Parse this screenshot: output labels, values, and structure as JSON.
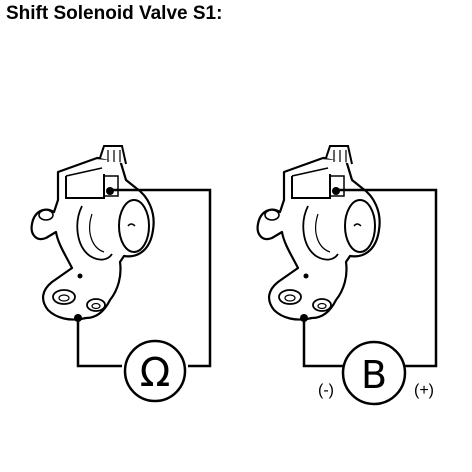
{
  "title": "Shift Solenoid Valve S1:",
  "left_diagram": {
    "meter_symbol": "Ω"
  },
  "right_diagram": {
    "meter_symbol": "B",
    "negative_label": "(-)",
    "positive_label": "(+)"
  }
}
